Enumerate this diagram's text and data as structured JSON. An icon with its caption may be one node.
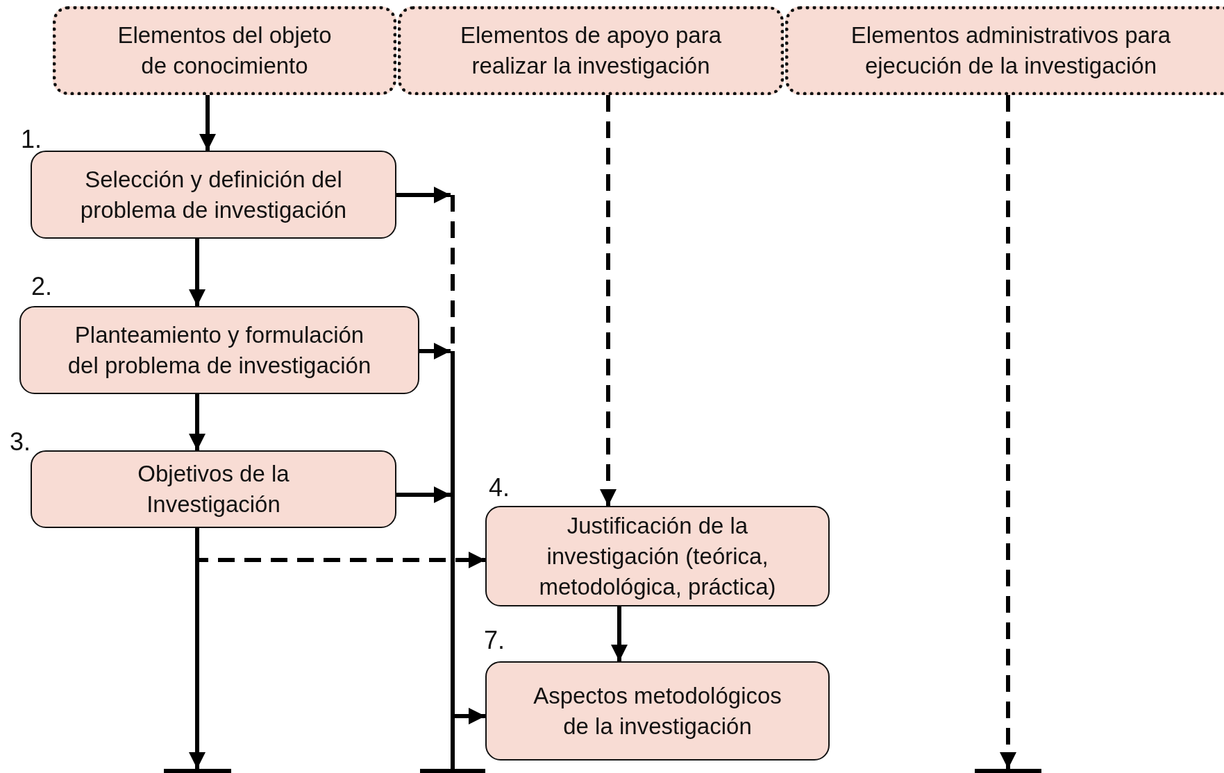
{
  "diagram": {
    "nodes": [
      {
        "text": [
          "Elementos del objeto de conocimiento"
        ]
      },
      {
        "text": [
          "Elementos de apoyo para realizar la investigación"
        ]
      },
      {
        "text": [
          "Elementos administrativos para ejecución de la investigación"
        ]
      },
      {
        "text": [
          "Selección y definición del problema de investigación"
        ],
        "beside": [
          "1."
        ]
      },
      {
        "text": [
          "Planteamiento y formulación del problema de investigación"
        ],
        "beside": [
          "2."
        ]
      },
      {
        "text": [
          "Objetivos de la Investigación"
        ],
        "beside": [
          "3."
        ]
      },
      {
        "text": [
          "Justificación de la investigación (teórica, metodológica, práctica)"
        ],
        "beside": [
          "4."
        ]
      },
      {
        "text": [
          "Aspectos metodológicos de la investigación"
        ],
        "beside": [
          "7."
        ]
      },
      {
        "text": [],
        "shape": "bar"
      },
      {
        "text": [],
        "shape": "bar"
      },
      {
        "text": [],
        "shape": "bar"
      },
      {
        "text": [],
        "shape": "bar"
      }
    ],
    "edges": [
      {
        "from": 0,
        "to": 3,
        "arrow": "to"
      },
      {
        "from": 3,
        "to": 4,
        "arrow": "to"
      },
      {
        "from": 4,
        "to": 5,
        "arrow": "to"
      },
      {
        "from": 1,
        "to": 6,
        "arrow": "to",
        "style": "dashed"
      },
      {
        "from": 6,
        "to": 7,
        "arrow": "to"
      },
      {
        "from": 2,
        "to": 10,
        "arrow": "to",
        "style": "dashed"
      },
      {
        "from": 5,
        "to": 8,
        "arrow": "to"
      },
      {
        "from": 5,
        "to": 6,
        "arrow": "to",
        "style": "dashed"
      },
      {
        "from": 3,
        "to": 11,
        "arrow": "to"
      },
      {
        "from": 4,
        "to": 11,
        "arrow": "to"
      },
      {
        "from": 5,
        "to": 11,
        "arrow": "to"
      },
      {
        "from": 11,
        "to": 7,
        "arrow": "to"
      }
    ]
  }
}
